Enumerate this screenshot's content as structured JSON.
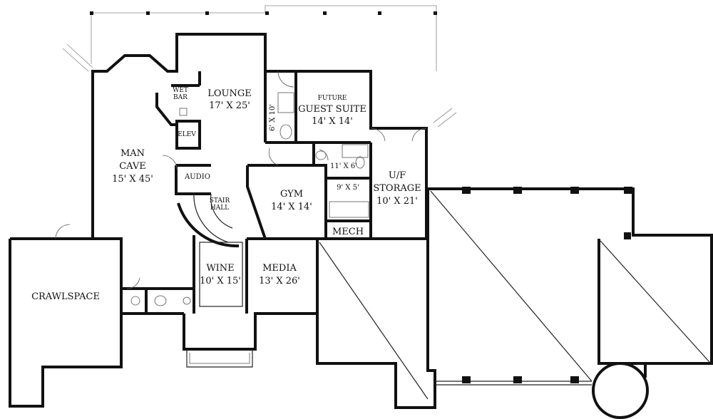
{
  "rooms": {
    "lounge": {
      "name": "LOUNGE",
      "size": "17' X 25'"
    },
    "man_cave": {
      "name_1": "MAN",
      "name_2": "CAVE",
      "size": "15' X 45'"
    },
    "wet_bar": {
      "line_1": "WET",
      "line_2": "BAR"
    },
    "elevator": {
      "label": "ELEV"
    },
    "bath_1": {
      "size": "6' X 10'"
    },
    "guest_suite": {
      "tag": "FUTURE",
      "name": "GUEST SUITE",
      "size": "14' X 14'"
    },
    "bath_2": {
      "size": "11' X 6'"
    },
    "closet": {
      "size": "9' X 5'"
    },
    "storage": {
      "name_1": "U/F",
      "name_2": "STORAGE",
      "size": "10' X 21'"
    },
    "audio": {
      "label": "AUDIO"
    },
    "stair_hall": {
      "line_1": "STAIR",
      "line_2": "HALL"
    },
    "gym": {
      "name": "GYM",
      "size": "14' X 14'"
    },
    "mech": {
      "label": "MECH"
    },
    "wine": {
      "name": "WINE",
      "size": "10' X 15'"
    },
    "media": {
      "name": "MEDIA",
      "size": "13' X 26'"
    },
    "crawlspace": {
      "label": "CRAWLSPACE"
    }
  }
}
